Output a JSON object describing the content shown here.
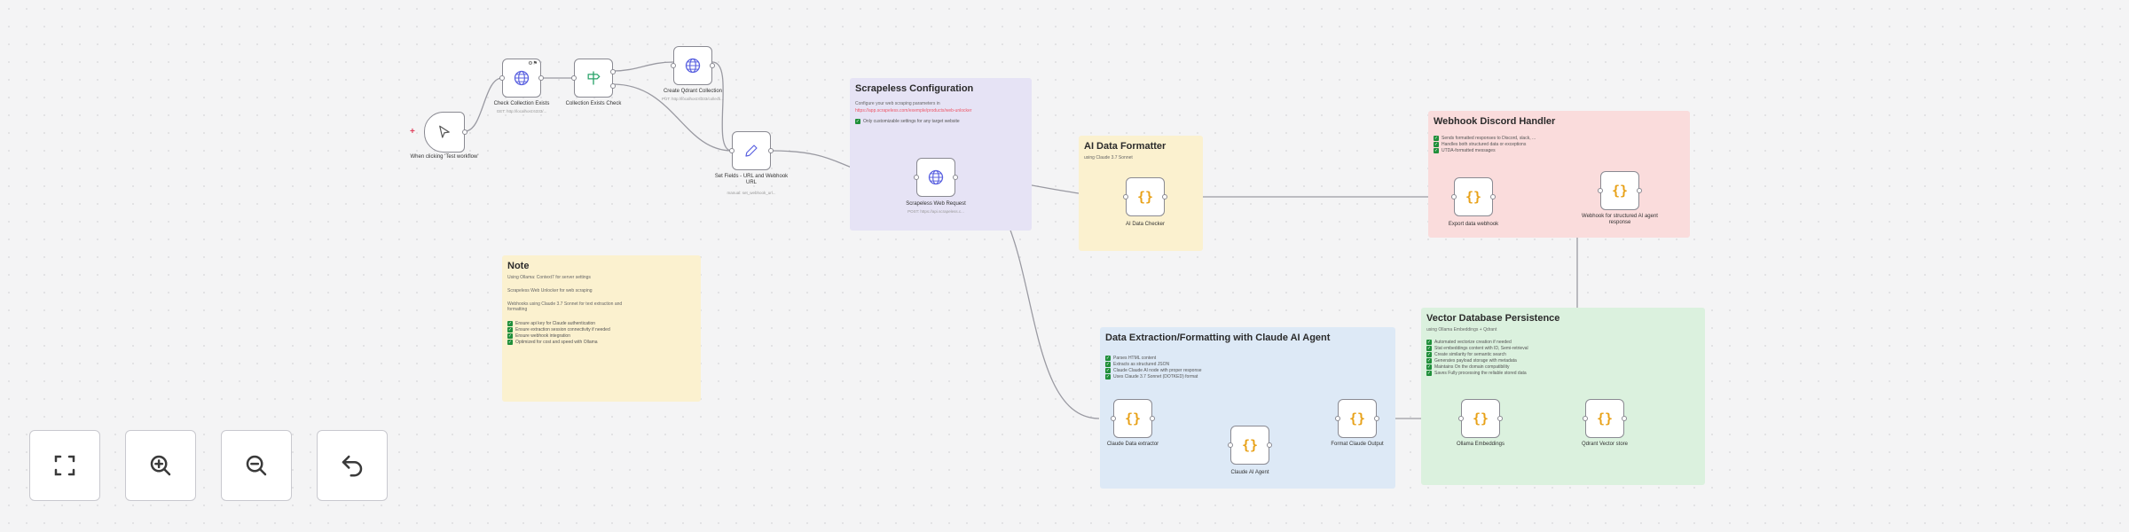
{
  "stickies": {
    "scrapeless": {
      "title": "Scrapeless Configuration",
      "line1": "Configure your web scraping parameters in",
      "link": "https://app.scrapeless.com/exemple/products/web-unlocker",
      "checks": [
        "Only customizable settings for any target website"
      ]
    },
    "ai_formatter": {
      "title": "AI Data Formatter",
      "line1": "using Claude 3.7 Sonnet"
    },
    "discord": {
      "title": "Webhook Discord Handler",
      "checks": [
        "Sends formatted responses to Discord, slack, ...",
        "Handles both structured data or exceptions",
        "UTDA-formatted messages"
      ]
    },
    "note": {
      "title": "Note",
      "lines": [
        "Using Ollama: Context7 for server settings",
        "Scrapeless Web Unlocker for web scraping",
        "Webhooks using Claude 3.7 Sonnet for text extraction and formatting"
      ],
      "checks": [
        "Ensure api key for Claude authentication",
        "Ensure extraction session connectivity if needed",
        "Ensure webhook integration",
        "Optimized for cost and speed with Ollama"
      ]
    },
    "extraction": {
      "title": "Data Extraction/Formatting with Claude AI Agent",
      "checks": [
        "Parses HTML content",
        "Extracts as structured JSON",
        "Claude Claude AI node with proper response",
        "Uses Claude 3.7 Sonnet (DOTKED) format"
      ]
    },
    "vector": {
      "title": "Vector Database Persistence",
      "line1": "using Ollama Embeddings + Qdrant",
      "checks": [
        "Automated vectorize creation if needed",
        "Stat embeddings content with ID, Semi-retrieval",
        "Create similarity for semantic search",
        "Generates payload storage with metadata",
        "Maintains On the domain compatibility",
        "Saves Fully processing the reliable stored data"
      ]
    }
  },
  "nodes": {
    "trigger": {
      "label": "When clicking 'Test workflow'"
    },
    "check_collection": {
      "label": "Check Collection Exists",
      "sub": "GET: http://localhost:6333/..."
    },
    "collection_exists": {
      "label": "Collection Exists Check"
    },
    "create_collection": {
      "label": "Create Qdrant Collection",
      "sub": "PUT: http://localhost:6333/collecti..."
    },
    "set_fields": {
      "label": "Set Fields - URL and Webhook URL",
      "sub": "manual: set_webhook_url..."
    },
    "scrapeless_request": {
      "label": "Scrapeless Web Request",
      "sub": "POST: https://api.scrapeless.c..."
    },
    "ai_data_checker": {
      "label": "AI Data Checker"
    },
    "export_webhook": {
      "label": "Export data webhook"
    },
    "webhook_structured": {
      "label": "Webhook for structured AI agent response"
    },
    "claude_extractor": {
      "label": "Claude Data extractor"
    },
    "claude_agent": {
      "label": "Claude AI Agent"
    },
    "format_output": {
      "label": "Format Claude Output"
    },
    "ollama_embeddings": {
      "label": "Ollama Embeddings"
    },
    "qdrant_store": {
      "label": "Qdrant Vector store"
    }
  },
  "toolbar": {
    "fit": "fit-view-icon",
    "zoom_in": "zoom-in-icon",
    "zoom_out": "zoom-out-icon",
    "reset": "undo-icon"
  },
  "colors": {
    "canvas": "#f4f4f5",
    "sticky_purple": "#e6e3f5",
    "sticky_yellow": "#fbf1cf",
    "sticky_pink": "#fadcdc",
    "sticky_blue": "#dde9f6",
    "sticky_green": "#dbf1de",
    "code_icon": "#e8a21a",
    "globe_icon": "#5b62e0"
  }
}
